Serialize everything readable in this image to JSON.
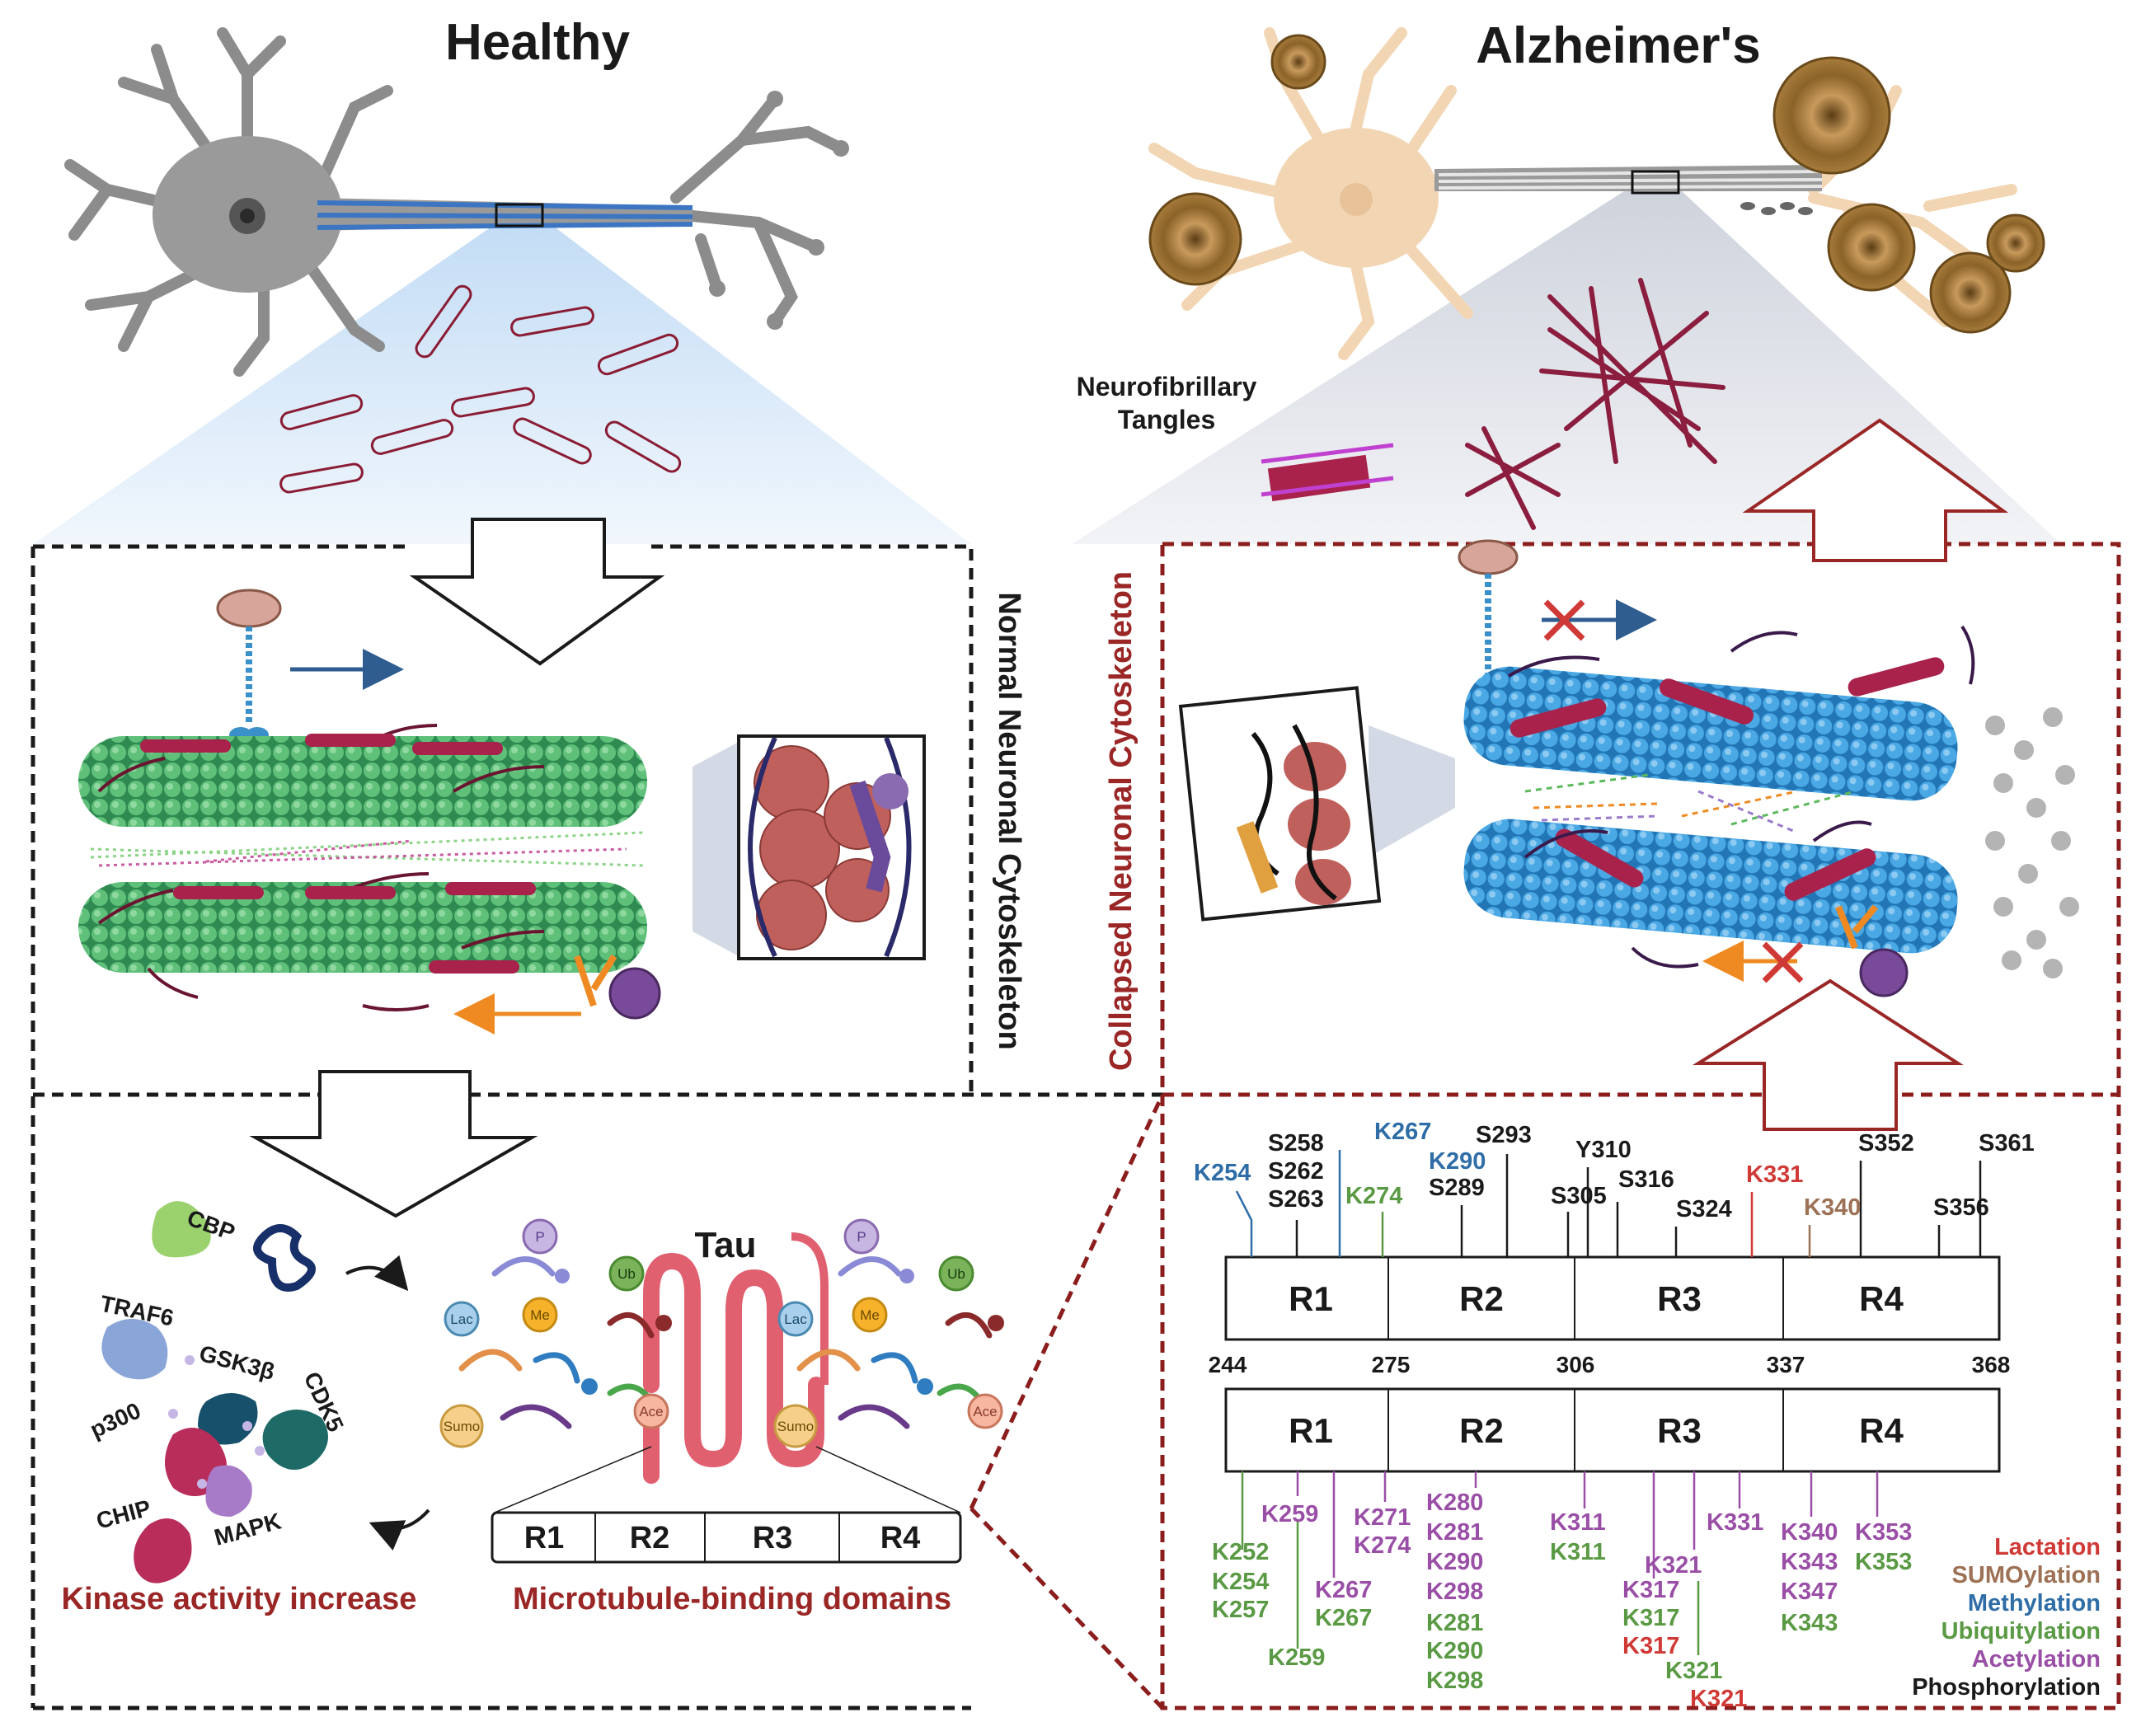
{
  "titles": {
    "healthy": "Healthy",
    "alzheimers": "Alzheimer's"
  },
  "side_labels": {
    "normal": "Normal Neuronal Cytoskeleton",
    "collapsed": "Collapsed Neuronal Cytoskeleton"
  },
  "tangles_label": [
    "Neurofibrillary",
    "Tangles"
  ],
  "enzymes": [
    "CBP",
    "TRAF6",
    "GSK3β",
    "CDK5",
    "p300",
    "CHIP",
    "MAPK"
  ],
  "kinase_caption": "Kinase activity increase",
  "tau": {
    "title": "Tau",
    "caption": "Microtubule-binding domains",
    "repeats": [
      "R1",
      "R2",
      "R3",
      "R4"
    ],
    "badges": [
      "P",
      "Ub",
      "Lac",
      "Me",
      "Ace",
      "Sumo",
      "P",
      "Ub",
      "Lac",
      "Me",
      "Ace",
      "Sumo"
    ]
  },
  "domain_map": {
    "repeats": [
      "R1",
      "R2",
      "R3",
      "R4"
    ],
    "boundaries": [
      "244",
      "275",
      "306",
      "337",
      "368"
    ],
    "top_sites": [
      {
        "text": "K254",
        "type": "methylation"
      },
      {
        "text": "S258",
        "type": "phosphorylation"
      },
      {
        "text": "S262",
        "type": "phosphorylation"
      },
      {
        "text": "S263",
        "type": "phosphorylation"
      },
      {
        "text": "K267",
        "type": "methylation"
      },
      {
        "text": "K274",
        "type": "ubiquitylation"
      },
      {
        "text": "K290",
        "type": "methylation"
      },
      {
        "text": "S289",
        "type": "phosphorylation"
      },
      {
        "text": "S293",
        "type": "phosphorylation"
      },
      {
        "text": "Y310",
        "type": "phosphorylation"
      },
      {
        "text": "S305",
        "type": "phosphorylation"
      },
      {
        "text": "S316",
        "type": "phosphorylation"
      },
      {
        "text": "S324",
        "type": "phosphorylation"
      },
      {
        "text": "K331",
        "type": "lactation"
      },
      {
        "text": "K340",
        "type": "sumoylation"
      },
      {
        "text": "S352",
        "type": "phosphorylation"
      },
      {
        "text": "S361",
        "type": "phosphorylation"
      },
      {
        "text": "S356",
        "type": "phosphorylation"
      }
    ],
    "bottom_sites": [
      {
        "text": "K252",
        "type": "ubiquitylation"
      },
      {
        "text": "K254",
        "type": "ubiquitylation"
      },
      {
        "text": "K257",
        "type": "ubiquitylation"
      },
      {
        "text": "K259",
        "type": "acetylation"
      },
      {
        "text": "K259",
        "type": "ubiquitylation"
      },
      {
        "text": "K267",
        "type": "acetylation"
      },
      {
        "text": "K267",
        "type": "ubiquitylation"
      },
      {
        "text": "K271",
        "type": "acetylation"
      },
      {
        "text": "K274",
        "type": "acetylation"
      },
      {
        "text": "K280",
        "type": "acetylation"
      },
      {
        "text": "K281",
        "type": "acetylation"
      },
      {
        "text": "K290",
        "type": "acetylation"
      },
      {
        "text": "K298",
        "type": "acetylation"
      },
      {
        "text": "K281",
        "type": "ubiquitylation"
      },
      {
        "text": "K290",
        "type": "ubiquitylation"
      },
      {
        "text": "K298",
        "type": "ubiquitylation"
      },
      {
        "text": "K311",
        "type": "acetylation"
      },
      {
        "text": "K311",
        "type": "ubiquitylation"
      },
      {
        "text": "K331",
        "type": "acetylation"
      },
      {
        "text": "K321",
        "type": "acetylation"
      },
      {
        "text": "K317",
        "type": "acetylation"
      },
      {
        "text": "K317",
        "type": "ubiquitylation"
      },
      {
        "text": "K317",
        "type": "lactation"
      },
      {
        "text": "K321",
        "type": "ubiquitylation"
      },
      {
        "text": "K321",
        "type": "lactation"
      },
      {
        "text": "K340",
        "type": "acetylation"
      },
      {
        "text": "K343",
        "type": "acetylation"
      },
      {
        "text": "K347",
        "type": "acetylation"
      },
      {
        "text": "K343",
        "type": "ubiquitylation"
      },
      {
        "text": "K353",
        "type": "acetylation"
      },
      {
        "text": "K353",
        "type": "ubiquitylation"
      }
    ]
  },
  "legend": [
    {
      "label": "Lactation",
      "type": "lactation"
    },
    {
      "label": "SUMOylation",
      "type": "sumoylation"
    },
    {
      "label": "Methylation",
      "type": "methylation"
    },
    {
      "label": "Ubiquitylation",
      "type": "ubiquitylation"
    },
    {
      "label": "Acetylation",
      "type": "acetylation"
    },
    {
      "label": "Phosphorylation",
      "type": "phosphorylation"
    }
  ],
  "colors": {
    "lactation": "#d03a36",
    "sumoylation": "#9c7155",
    "methylation": "#2f6da6",
    "ubiquitylation": "#5b9a45",
    "acetylation": "#9a4fa6",
    "phosphorylation": "#1a1a1a",
    "tau_red": "#a8224c",
    "dark_red": "#9a2626",
    "microtubule_green": "#4fae6a",
    "microtubule_blue": "#3f9edc",
    "neuron_gray": "#9a9a9a",
    "neuron_beige": "#f2d6b4",
    "tangle_brown": "#7a5a2a"
  }
}
